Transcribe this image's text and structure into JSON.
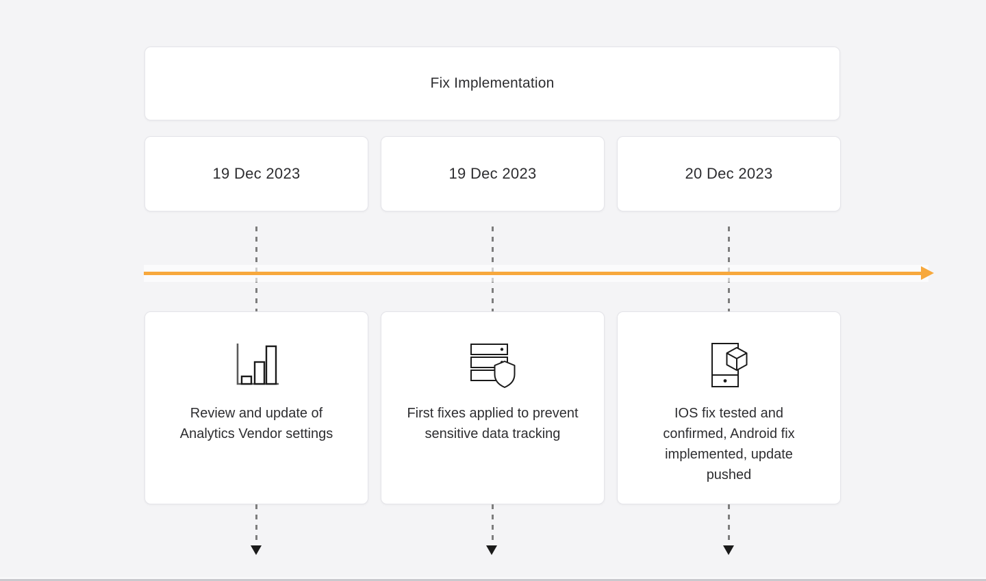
{
  "colors": {
    "background": "#f4f4f6",
    "card_background": "#ffffff",
    "card_border": "#e4e4e9",
    "text": "#2d2d30",
    "timeline_accent": "#f7a83c",
    "connector_dash": "#7d7d7d",
    "arrowhead": "#1a1a1a"
  },
  "timeline": {
    "title": "Fix Implementation",
    "milestones": [
      {
        "date": "19 Dec 2023",
        "icon": "bar-chart-icon",
        "description": "Review and update of Analytics Vendor settings"
      },
      {
        "date": "19 Dec 2023",
        "icon": "server-shield-icon",
        "description": "First fixes applied to prevent sensitive data tracking"
      },
      {
        "date": "20 Dec 2023",
        "icon": "smartphone-package-icon",
        "description": "IOS fix tested and confirmed, Android fix implemented, update pushed"
      }
    ]
  }
}
